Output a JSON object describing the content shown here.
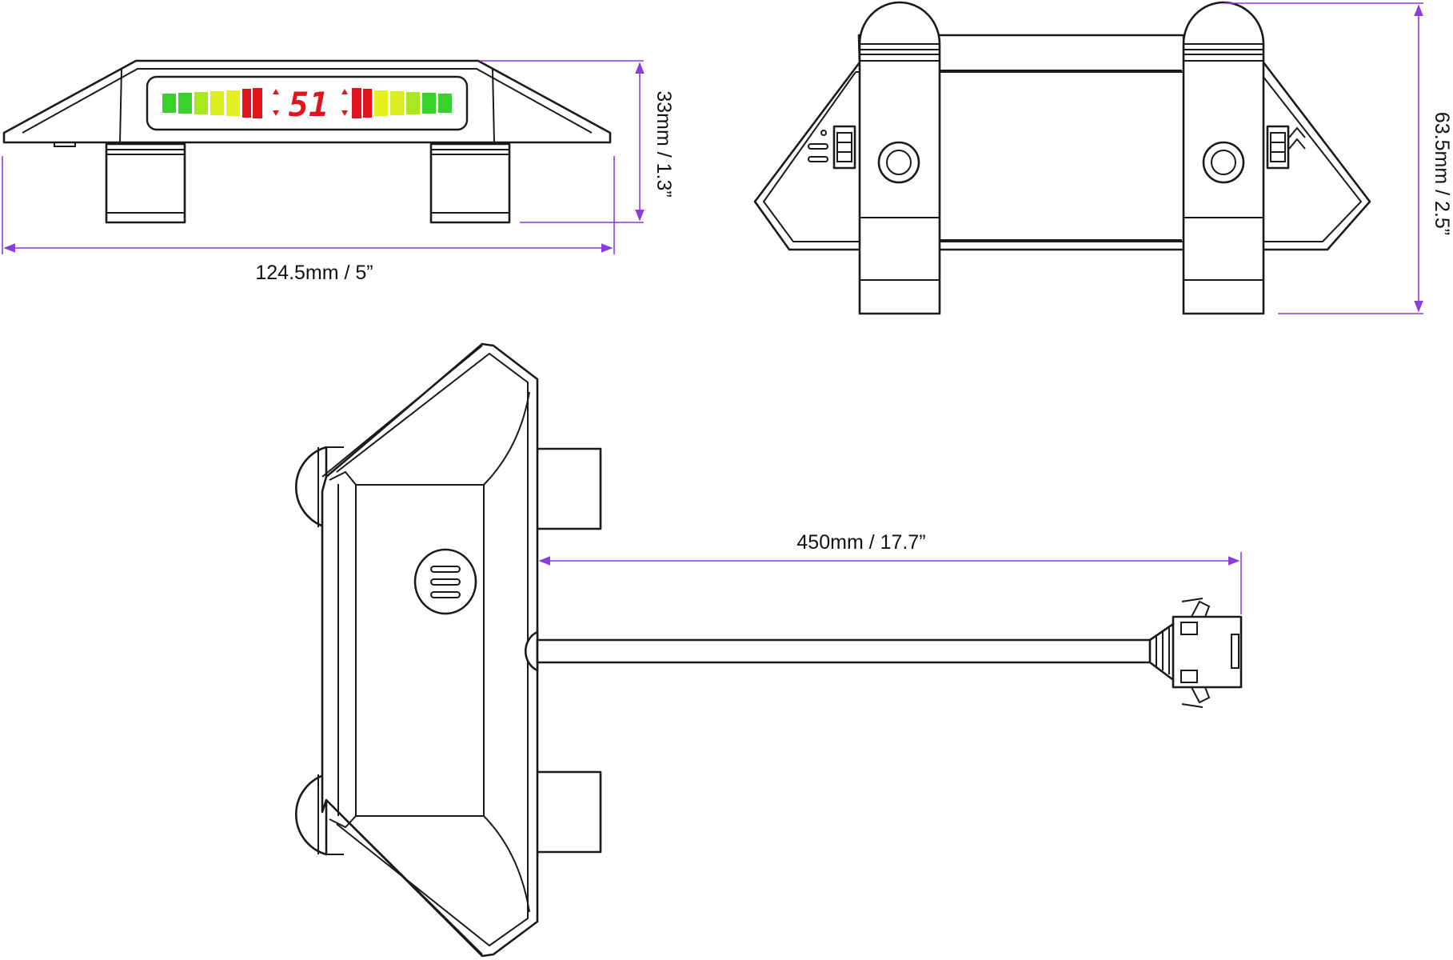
{
  "colors": {
    "dimension_line": "#8a3ddb",
    "outline": "#1a1a1a",
    "led_green": "#3ad12b",
    "led_yellow_green": "#a8e81c",
    "led_yellow": "#e6f01e",
    "led_red": "#e0141e"
  },
  "front_view": {
    "display_reading": "51",
    "width_label": "124.5mm / 5”",
    "height_label": "33mm / 1.3”"
  },
  "top_view": {
    "depth_label": "63.5mm / 2.5”"
  },
  "side_view": {
    "cable_label": "450mm / 17.7”"
  }
}
